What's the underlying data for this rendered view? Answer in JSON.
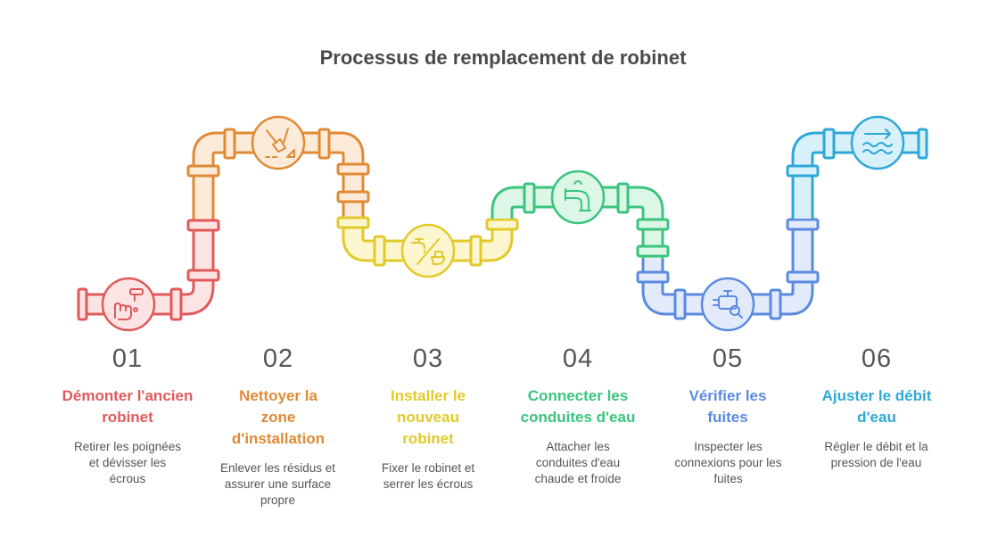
{
  "title": "Processus de remplacement de robinet",
  "colors": {
    "red": "#e05a5a",
    "orange": "#e08a35",
    "yellow": "#e2c92a",
    "green": "#3ac47d",
    "blue": "#5b8ae0",
    "cyan": "#2fa8d8"
  },
  "steps": [
    {
      "num": "01",
      "title": "Démonter l'ancien robinet",
      "desc": "Retirer les poignées et dévisser les écrous",
      "color": "#e05a5a",
      "icon": "hand-faucet-icon"
    },
    {
      "num": "02",
      "title": "Nettoyer la zone d'installation",
      "desc": "Enlever les résidus et assurer une surface propre",
      "color": "#e08a35",
      "icon": "broom-icon"
    },
    {
      "num": "03",
      "title": "Installer le nouveau robinet",
      "desc": "Fixer le robinet et serrer les écrous",
      "color": "#e2c92a",
      "icon": "faucet-toilet-icon"
    },
    {
      "num": "04",
      "title": "Connecter les conduites d'eau",
      "desc": "Attacher les conduites d'eau chaude et froide",
      "color": "#3ac47d",
      "icon": "pipe-icon"
    },
    {
      "num": "05",
      "title": "Vérifier les fuites",
      "desc": "Inspecter les connexions pour les fuites",
      "color": "#5b8ae0",
      "icon": "valve-search-icon"
    },
    {
      "num": "06",
      "title": "Ajuster le débit d'eau",
      "desc": "Régler le débit et la pression de l'eau",
      "color": "#2fa8d8",
      "icon": "water-flow-icon"
    }
  ]
}
